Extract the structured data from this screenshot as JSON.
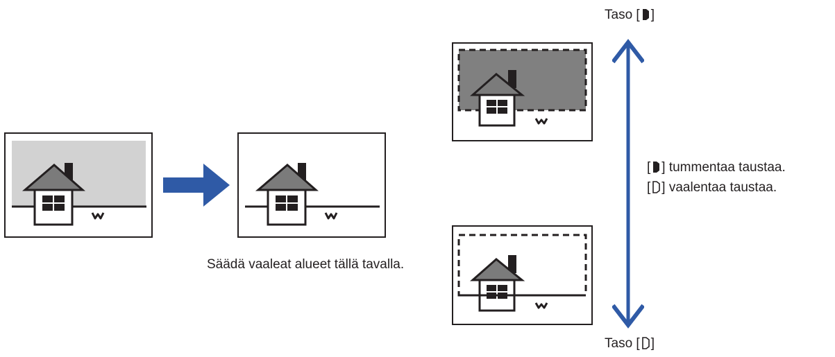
{
  "caption": "Säädä vaaleat alueet tällä tavalla.",
  "level_top": {
    "prefix": "Taso [",
    "suffix": "]",
    "icon": "dark-level-icon"
  },
  "level_bottom": {
    "prefix": "Taso [",
    "suffix": "]",
    "icon": "light-level-icon"
  },
  "notes": [
    {
      "prefix": "[",
      "suffix": "] tummentaa taustaa.",
      "icon": "dark-level-icon"
    },
    {
      "prefix": "[",
      "suffix": "] vaalentaa taustaa.",
      "icon": "light-level-icon"
    }
  ],
  "colors": {
    "arrow": "#2f5aa6",
    "outline": "#231f20",
    "background_light_gray": "#d2d2d2",
    "background_dark_gray": "#808080",
    "roof_gray": "#7b7b7b"
  }
}
